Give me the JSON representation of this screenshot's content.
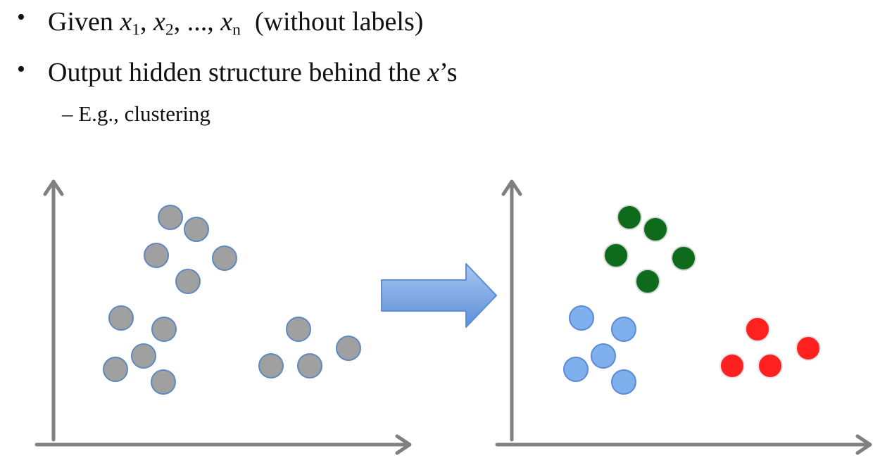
{
  "bullets": {
    "item_1": {
      "prefix": "Given ",
      "x1_var": "x",
      "x1_sub": "1",
      "sep_1": ", ",
      "x2_var": "x",
      "x2_sub": "2",
      "sep_2": ", ..., ",
      "xn_var": "x",
      "xn_sub": "n",
      "suffix": "(without labels)"
    },
    "item_2": {
      "prefix": "Output hidden structure behind the ",
      "var": "x",
      "suffix": "’s"
    },
    "sub_item": {
      "text": "– E.g., clustering"
    }
  },
  "colors": {
    "axis": "#808080",
    "unclustered_point": "#a0a0a0",
    "unclustered_outline": "#5f87c2",
    "cluster_green": "#0f6b1c",
    "cluster_blue": "#7fb0ee",
    "cluster_red": "#ff2020",
    "arrow": "#7ea8e4"
  },
  "icons": {
    "bullet": "bullet-dot-icon",
    "transform": "right-arrow-icon"
  }
}
